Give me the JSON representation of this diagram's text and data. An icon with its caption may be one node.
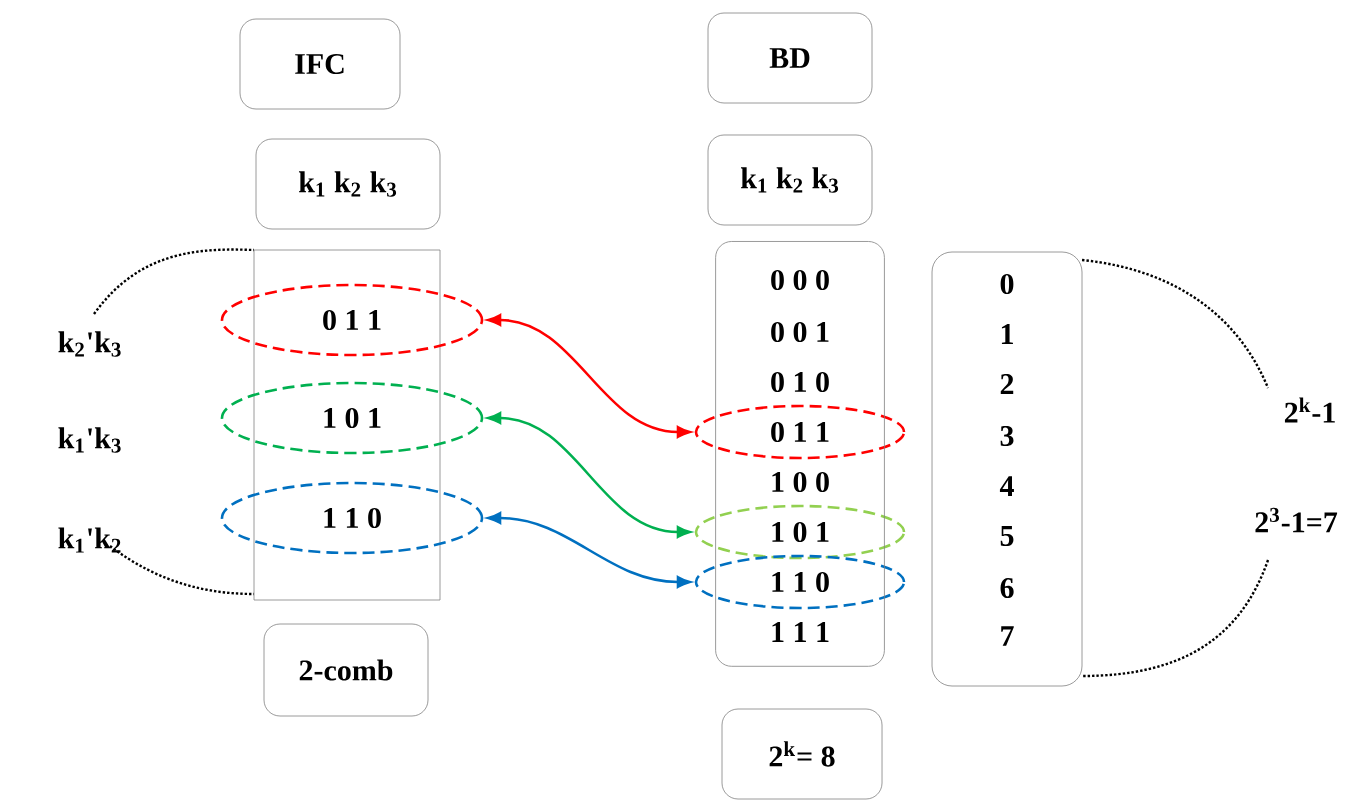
{
  "diagram": {
    "nodes": [
      {
        "text": [
          "IFC"
        ]
      },
      {
        "text": [
          "k$_{1}$ k$_{2}$ k$_{3}$"
        ]
      },
      {
        "text": [],
        "shape": "box"
      },
      {
        "text": [
          "0 1 1"
        ]
      },
      {
        "text": [
          "1 0 1"
        ]
      },
      {
        "text": [
          "1 1 0"
        ]
      },
      {
        "text": [
          "2-comb"
        ]
      },
      {
        "text": [
          "BD"
        ]
      },
      {
        "text": [
          "k$_{1}$ k$_{2}$ k$_{3}$"
        ]
      },
      {
        "text": [],
        "shape": "box"
      },
      {
        "text": [
          "0 0 0"
        ],
        "in": 9
      },
      {
        "text": [
          "0 0 1"
        ],
        "in": 9
      },
      {
        "text": [
          "0 1 0"
        ],
        "in": 9
      },
      {
        "text": [
          "0 1 1"
        ]
      },
      {
        "text": [
          "1 0 0"
        ],
        "in": 9
      },
      {
        "text": [
          "1 0 1"
        ]
      },
      {
        "text": [
          "1 1 0"
        ]
      },
      {
        "text": [
          "1 1 1"
        ],
        "in": 9
      },
      {
        "text": [
          "0",
          "1",
          "2",
          "3",
          "4",
          "5",
          "6",
          "7"
        ]
      },
      {
        "text": [
          "2$^{k}$= 8"
        ]
      }
    ],
    "edges": [
      {
        "from": 3,
        "to": 13,
        "arrow": "both",
        "color": "#ff0000"
      },
      {
        "from": 4,
        "to": 15,
        "arrow": "both",
        "color": "#00b050"
      },
      {
        "from": 5,
        "to": 16,
        "arrow": "both",
        "color": "#0070c0"
      }
    ],
    "labels": [
      "k$_{2}$'k$_{3}$",
      "k$_{1}$'k$_{3}$",
      "k$_{1}$'k$_{2}$",
      "2$^{k}$-1",
      "2$^{3}$-1=7"
    ]
  }
}
